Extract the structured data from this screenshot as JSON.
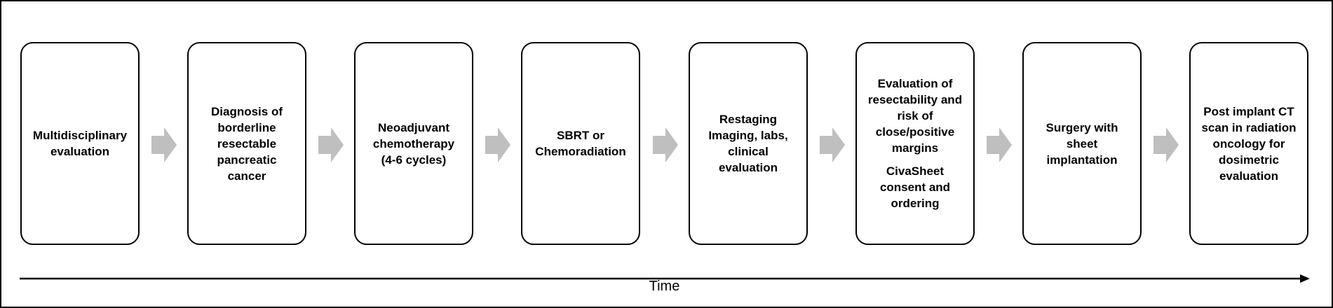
{
  "steps": [
    {
      "text": "Multidisciplinary\nevaluation"
    },
    {
      "text": "Diagnosis of\nborderline\nresectable\npancreatic\ncancer"
    },
    {
      "text": "Neoadjuvant\nchemotherapy\n(4-6 cycles)"
    },
    {
      "text": "SBRT or\nChemoradiation"
    },
    {
      "text": "Restaging\nImaging, labs,\nclinical\nevaluation"
    },
    {
      "text": "Evaluation of\nresectability and\nrisk of\nclose/positive\nmargins",
      "text2": "CivaSheet\nconsent and\nordering"
    },
    {
      "text": "Surgery with\nsheet\nimplantation"
    },
    {
      "text": "Post implant CT\nscan in radiation\noncology for\ndosimetric\nevaluation"
    }
  ],
  "timeline": {
    "label": "Time"
  },
  "colors": {
    "arrow": "#bfbfbf",
    "border": "#000000"
  }
}
